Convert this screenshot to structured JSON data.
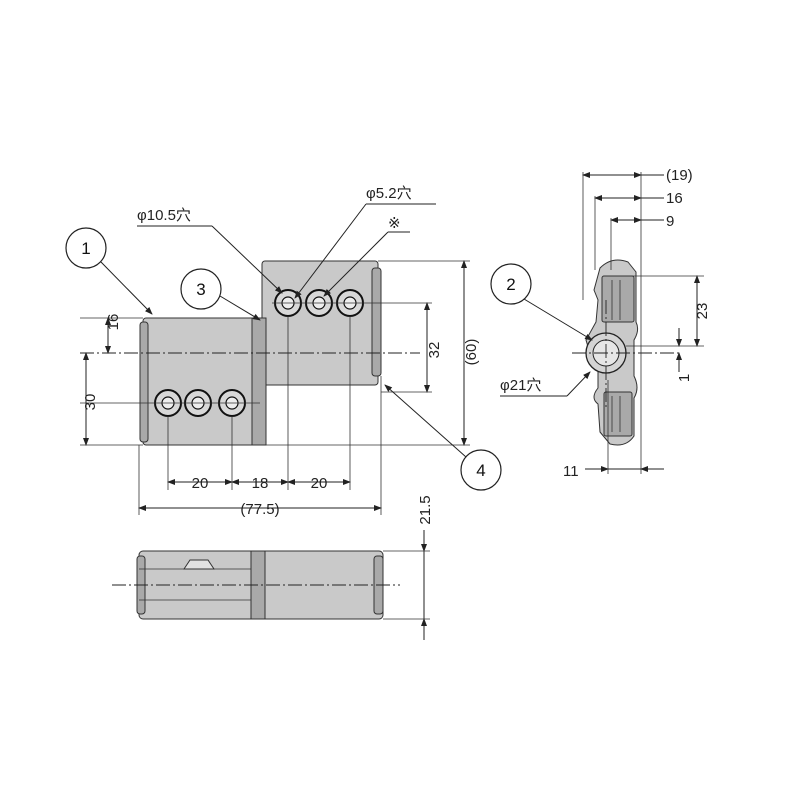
{
  "callouts": [
    "1",
    "2",
    "3",
    "4"
  ],
  "front_view": {
    "hole_large": "φ10.5穴",
    "hole_small": "φ5.2穴",
    "note_mark": "※",
    "dim_16": "16",
    "dim_30": "30",
    "dim_32": "32",
    "dim_60": "(60)",
    "dim_20a": "20",
    "dim_18": "18",
    "dim_20b": "20",
    "dim_77_5": "(77.5)"
  },
  "bottom_view": {
    "dim_21_5": "21.5"
  },
  "side_view": {
    "dim_19": "(19)",
    "dim_16": "16",
    "dim_9": "9",
    "dim_23": "23",
    "dim_1": "1",
    "dim_11": "11",
    "hole_pin": "φ21穴"
  }
}
